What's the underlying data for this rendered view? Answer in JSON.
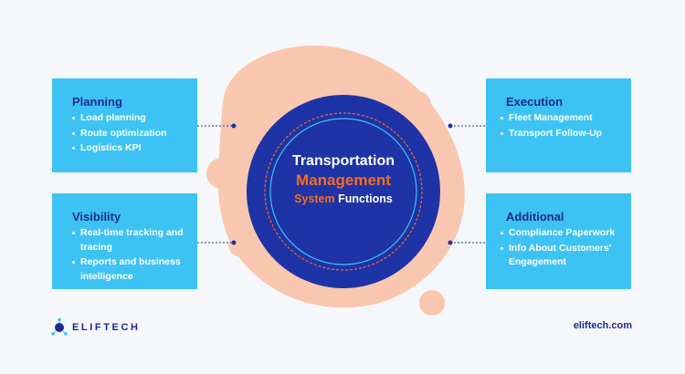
{
  "title": {
    "line1": "Transportation",
    "line2": "Management",
    "line3_accent": "System",
    "line3_rest": "Functions"
  },
  "cards": {
    "planning": {
      "title": "Planning",
      "items": [
        "Load planning",
        "Route optimization",
        "Logistics KPI"
      ]
    },
    "visibility": {
      "title": "Visibility",
      "items": [
        "Real-time tracking and tracing",
        "Reports and business intelligence"
      ]
    },
    "execution": {
      "title": "Execution",
      "items": [
        "Fleet Management",
        "Transport Follow-Up"
      ]
    },
    "additional": {
      "title": "Additional",
      "items": [
        "Compliance Paperwork",
        "Info About Customers' Engagement"
      ]
    }
  },
  "footer": {
    "brand": "ELIFTECH",
    "website": "eliftech.com"
  },
  "colors": {
    "background": "#f6f7fa",
    "card": "#3cc3f4",
    "circle": "#1e33a6",
    "accent": "#f36b22",
    "blob": "#f9c7b0",
    "heading": "#1b2a8f"
  }
}
